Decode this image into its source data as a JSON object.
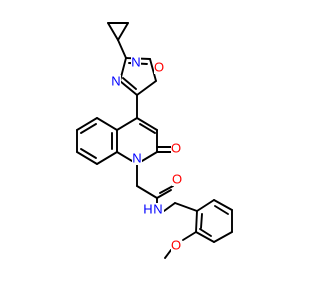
{
  "molecule": {
    "atom_labels": {
      "n_oxadiazole_top": "N",
      "o_oxadiazole": "O",
      "n_oxadiazole_bottom": "N",
      "n_quinolinone": "N",
      "o_carbonyl_ring": "O",
      "o_amide": "O",
      "nh_amide": "N",
      "h_amide": "H",
      "o_methoxy": "O"
    },
    "colors": {
      "bond": "#000000",
      "nitrogen": "#0000ff",
      "oxygen": "#ff0000"
    }
  }
}
